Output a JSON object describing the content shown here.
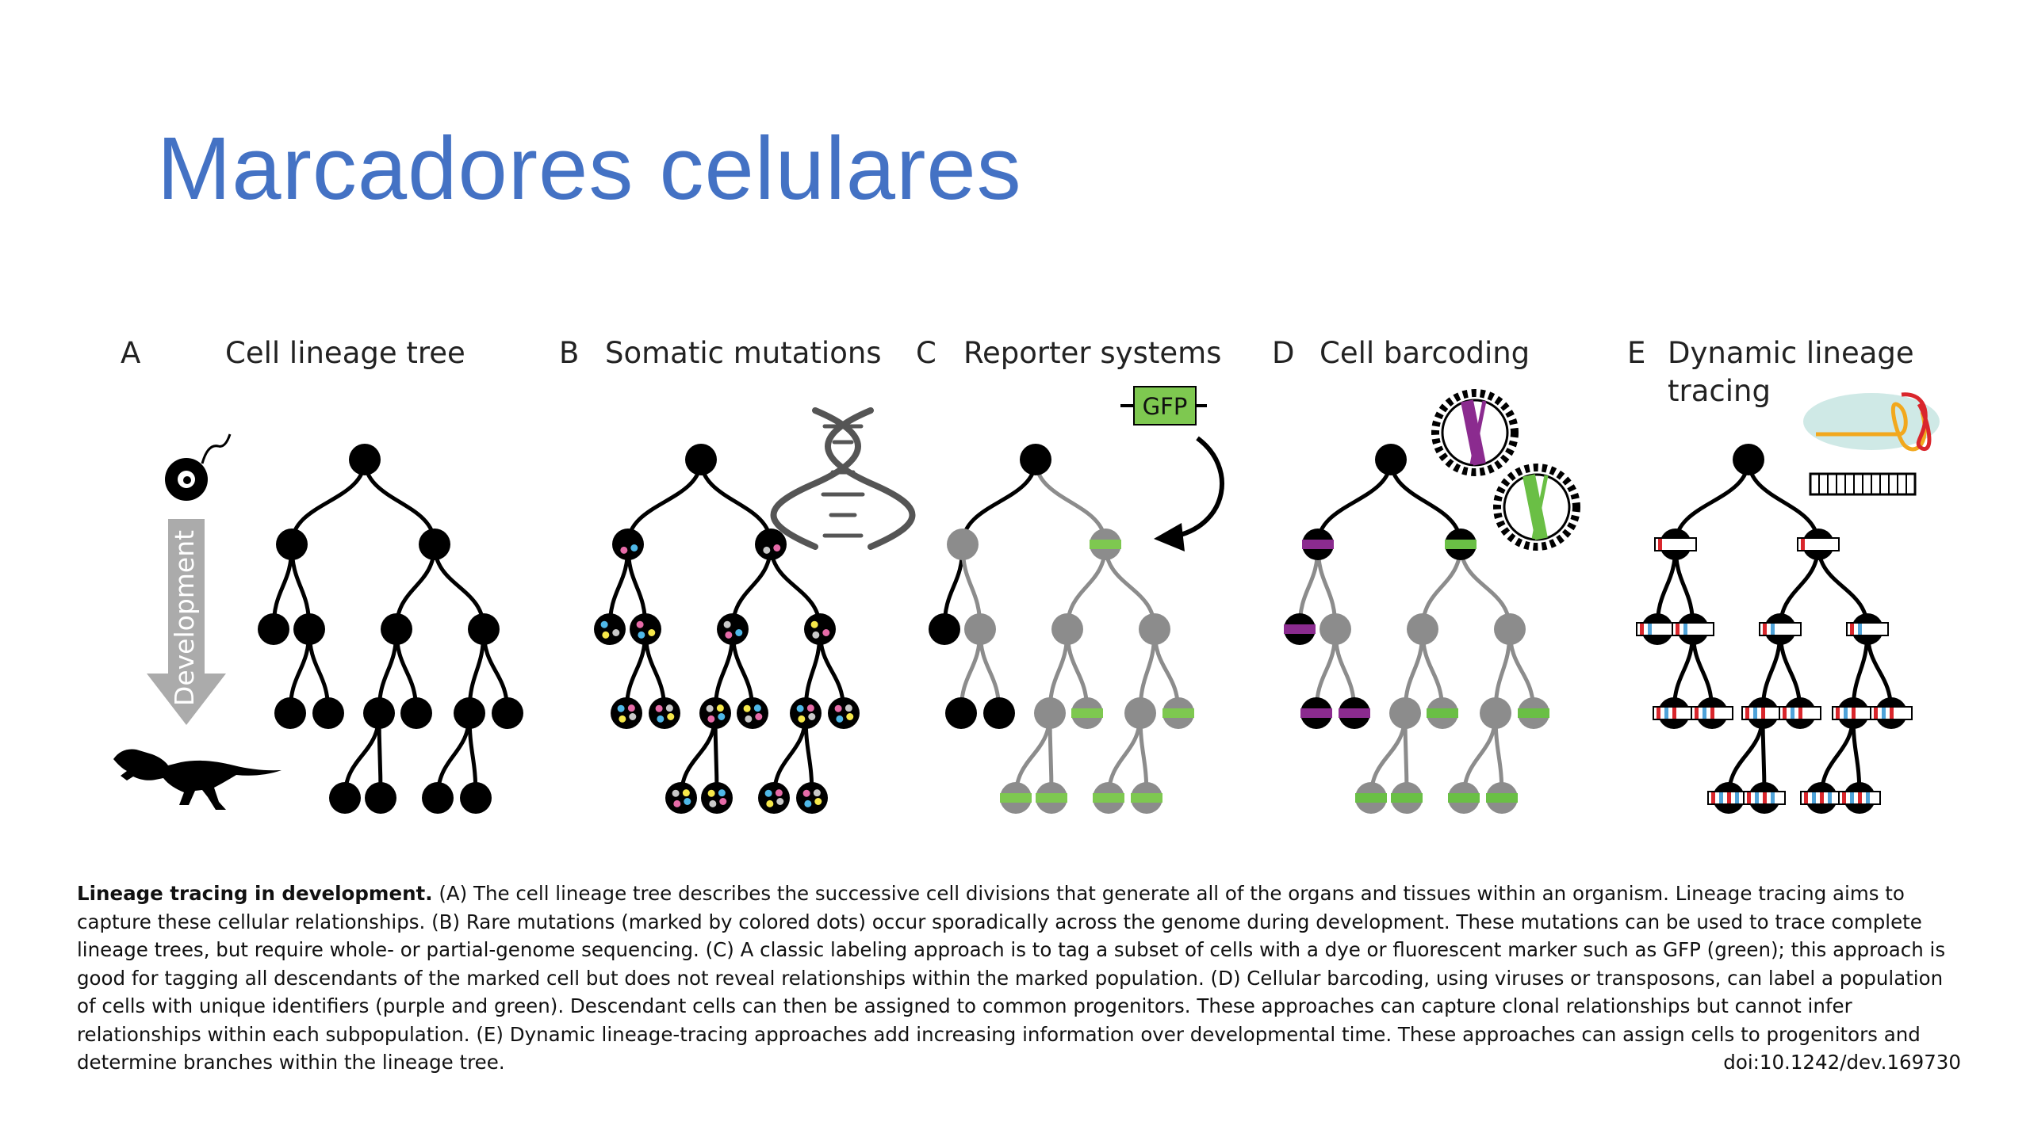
{
  "slide": {
    "title": "Marcadores celulares"
  },
  "figure": {
    "panels": [
      {
        "letter": "A",
        "title": "Cell lineage tree",
        "title_line2": "",
        "side_label": "Development"
      },
      {
        "letter": "B",
        "title": "Somatic mutations",
        "title_line2": ""
      },
      {
        "letter": "C",
        "title": "Reporter systems",
        "title_line2": "",
        "gene_label": "GFP"
      },
      {
        "letter": "D",
        "title": "Cell barcoding",
        "title_line2": ""
      },
      {
        "letter": "E",
        "title": "Dynamic lineage",
        "title_line2": "tracing"
      }
    ],
    "colors": {
      "cell": "#000000",
      "unlabeled": "#8c8c8c",
      "gfp": "#7ec850",
      "barcode_purple": "#8b2b8f",
      "barcode_green": "#6abf45",
      "arrow": "#ababab",
      "slide_title": "#4472c4"
    }
  },
  "caption": {
    "lead": "Lineage tracing in development.",
    "body": " (A) The cell lineage tree describes the successive cell divisions that generate all of the organs and tissues within an organism. Lineage tracing aims to capture these cellular relationships. (B) Rare mutations (marked by colored dots) occur sporadically across the genome during development. These mutations can be used to trace complete lineage trees, but require whole- or partial-genome sequencing. (C) A classic labeling approach is to tag a subset of cells with a dye or fluorescent marker such as GFP (green); this approach is good for tagging all descendants of the marked cell but does not reveal relationships within the marked population. (D) Cellular barcoding, using viruses or transposons, can label a population of cells with unique identifiers (purple and green). Descendant cells can then be assigned to common progenitors. These approaches can capture clonal relationships but cannot infer relationships within each subpopulation. (E) Dynamic lineage-tracing approaches add increasing information over developmental time. These approaches can assign cells to progenitors and determine branches within the lineage tree.",
    "doi": "doi:10.1242/dev.169730"
  }
}
